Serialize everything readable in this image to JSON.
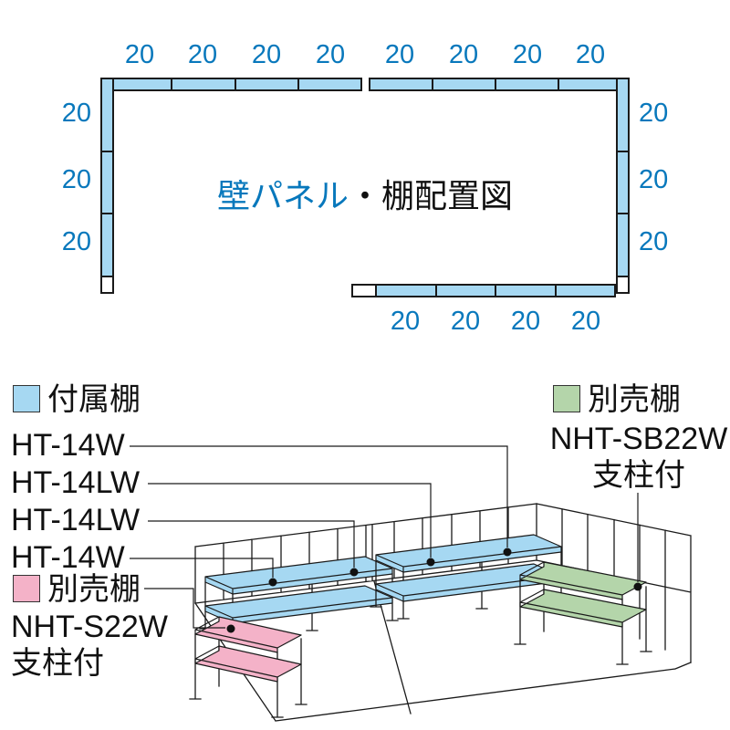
{
  "title": {
    "part_blue": "壁パネル",
    "part_black": "・棚配置図"
  },
  "plan": {
    "top_labels": [
      "20",
      "20",
      "20",
      "20",
      "20",
      "20",
      "20",
      "20"
    ],
    "left_labels": [
      "20",
      "20",
      "20"
    ],
    "right_labels": [
      "20",
      "20",
      "20"
    ],
    "bottom_labels": [
      "20",
      "20",
      "20",
      "20"
    ]
  },
  "legend_included": {
    "title": "付属棚",
    "models": [
      "HT-14W",
      "HT-14LW",
      "HT-14LW",
      "HT-14W"
    ]
  },
  "legend_optional_pink": {
    "title": "別売棚",
    "model": "NHT-S22W",
    "note": "支柱付"
  },
  "legend_optional_green": {
    "title": "別売棚",
    "model": "NHT-SB22W",
    "note": "支柱付"
  },
  "colors": {
    "panel_blue": "#a6d8f2",
    "label_blue": "#0878bc",
    "shelf_pink": "#f4b2c8",
    "shelf_green": "#b4d5aa",
    "line": "#1a1a1a"
  }
}
